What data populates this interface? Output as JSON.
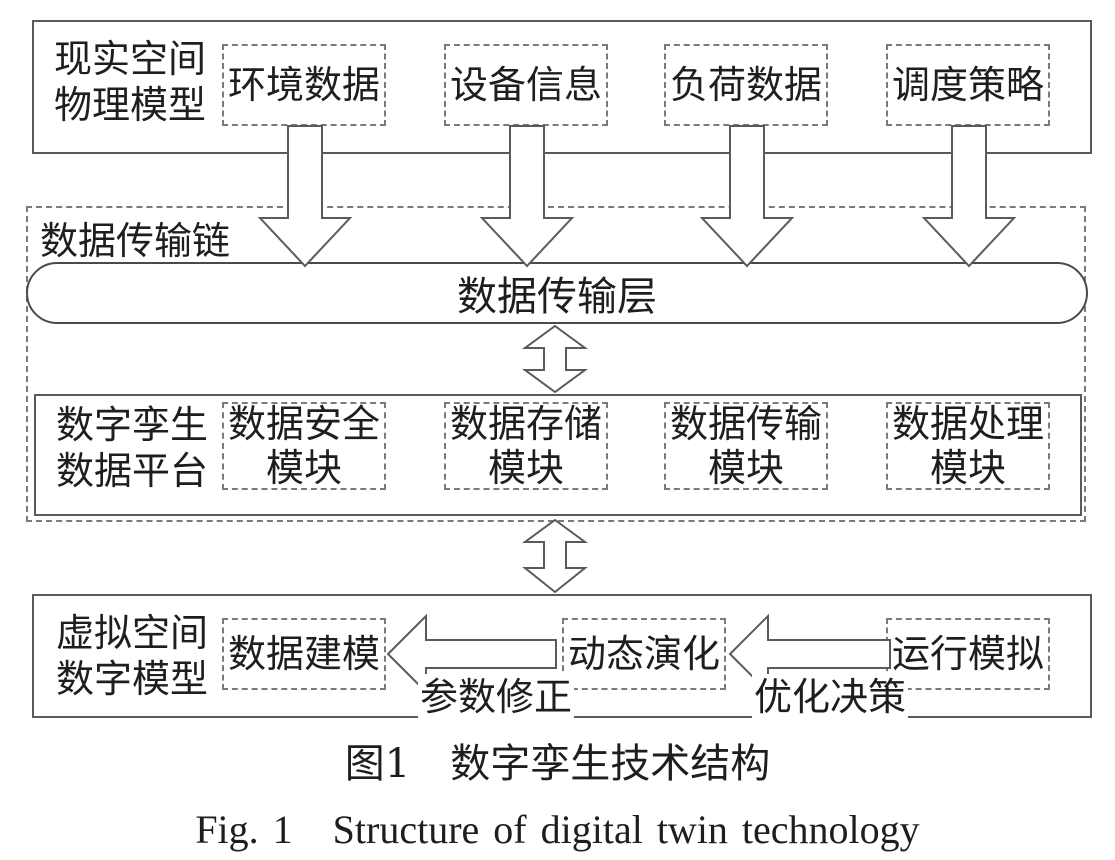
{
  "physical_space": {
    "title": "现实空间\n物理模型",
    "items": [
      "环境数据",
      "设备信息",
      "负荷数据",
      "调度策略"
    ]
  },
  "data_chain": {
    "title": "数据传输链",
    "layer": "数据传输层"
  },
  "platform": {
    "title": "数字孪生\n数据平台",
    "modules": [
      "数据安全\n模块",
      "数据存储\n模块",
      "数据传输\n模块",
      "数据处理\n模块"
    ]
  },
  "virtual_space": {
    "title": "虚拟空间\n数字模型",
    "items": [
      "数据建模",
      "动态演化",
      "运行模拟"
    ],
    "arrow_labels": [
      "参数修正",
      "优化决策"
    ]
  },
  "caption": {
    "zh": "图1　数字孪生技术结构",
    "en": "Fig. 1　Structure of digital twin technology"
  },
  "colors": {
    "line": "#5a5a5a",
    "dash": "#7a7a7a",
    "text": "#1e1e1e"
  }
}
